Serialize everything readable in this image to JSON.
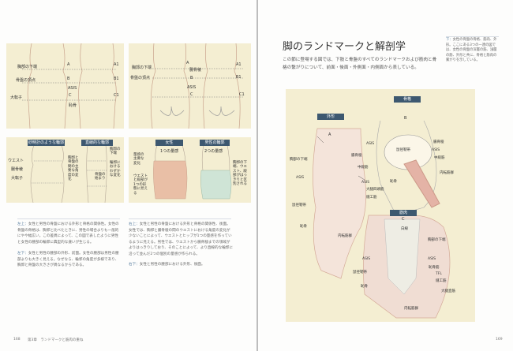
{
  "left_page": {
    "panel1": {
      "labels": [
        "胸部の下端",
        "A",
        "A1",
        "骨盤の頂点",
        "B",
        "B1",
        "ASIS",
        "大転子",
        "C",
        "C1",
        "恥骨"
      ]
    },
    "panel2": {
      "labels": [
        "胸郭の下端",
        "A",
        "A1",
        "腸骨稜",
        "B",
        "B1",
        "骨盤の頂点",
        "ASIS",
        "C",
        "C1"
      ]
    },
    "panel3": {
      "tags": [
        "砂時計のような輪郭",
        "直線的な輪郭"
      ],
      "labels": [
        "ウエスト",
        "腸骨稜",
        "大転子",
        "胸郭と骨盤の間の主要な角度の変化",
        "胸郭の下端",
        "輪郭におけるわずかな変化",
        "骨盤の始まり"
      ]
    },
    "panel4": {
      "tags": [
        "女性",
        "男性の輪郭"
      ],
      "labels": [
        "1つの量感",
        "2つの量感",
        "量感の主要な変化",
        "ウエストと殿部が1つの形態に見える",
        "胸郭の下端、ウエスト、殿部がはっきりと区別される"
      ]
    },
    "captions": [
      {
        "head": "左上：",
        "text": "女性と男性の骨盤における外形と骨格の関係性。女性の骨盤の骨格は、胸郭と比べたときに、男性の場合よりも一般的にやや幅広い。この差異によって、この図で表したように男性と女性の腰部の輪郭に典型的な違いが生じる。"
      },
      {
        "head": "左下：",
        "text": "女性と男性の腰部の外形、前面。女性の腰部は男性の腰部よりも大きく見える。なぜなら、輪郭の角度が多様であり、胸郭と骨盤の大きさが異なるからである。"
      },
      {
        "head": "右上：",
        "text": "女性と男性の骨盤における外形と骨格の関係性、後面。女性では、胸郭と腸骨稜の間のウエストにおける角度の変化が少ないことによって、ウエストとヒップが1つの量感を作っているように見える。男性では、ウエストから腸骨稜までの領域がよりはっきりしており、そのことによって、より直線的な輪郭に沿って並んだ2つの個別の量感が作られる。"
      },
      {
        "head": "右下：",
        "text": "女性と男性の腰部における外形、後面。"
      }
    ],
    "footer": {
      "page": "168",
      "chapter": "第3章　ランドマークと筋肉の重ね"
    }
  },
  "right_page": {
    "title": "脚のランドマークと解剖学",
    "lead": "この節に登場する図では、下肢と骨盤のすべてのランドマークおよび筋肉と骨格の繋がりについて、前面・後面・外側面・内側面から表している。",
    "note": {
      "head": "下：",
      "text": "女性の骨盤の骨格、筋肉、外形。ここにある3つの一連の図では、女性の骨盤の深層の筋、浅層の筋、外形と共に、骨格と筋肉の繋がりを示している。"
    },
    "figure": {
      "tags": [
        "外形",
        "骨格",
        "筋肉"
      ],
      "A": {
        "letter": "A",
        "labels": [
          "胸部の下端",
          "腸骨稜",
          "中殿筋",
          "ASIS",
          "ASIS",
          "大腿四頭筋",
          "縫工筋",
          "恥骨",
          "内転筋群",
          "鼠径靭帯"
        ]
      },
      "B": {
        "letter": "B",
        "labels": [
          "ASIS",
          "腸骨稜",
          "ASIS",
          "中殿筋",
          "鼠径靭帯",
          "恥骨",
          "内転筋群"
        ]
      },
      "C": {
        "letter": "C",
        "labels": [
          "白線",
          "胸部の下端",
          "ASIS",
          "ASIS",
          "鼠径靭帯",
          "恥骨筋",
          "TFL",
          "縫工筋",
          "恥骨",
          "大腿直筋",
          "内転筋群"
        ]
      }
    },
    "footer": {
      "page": "169"
    }
  }
}
